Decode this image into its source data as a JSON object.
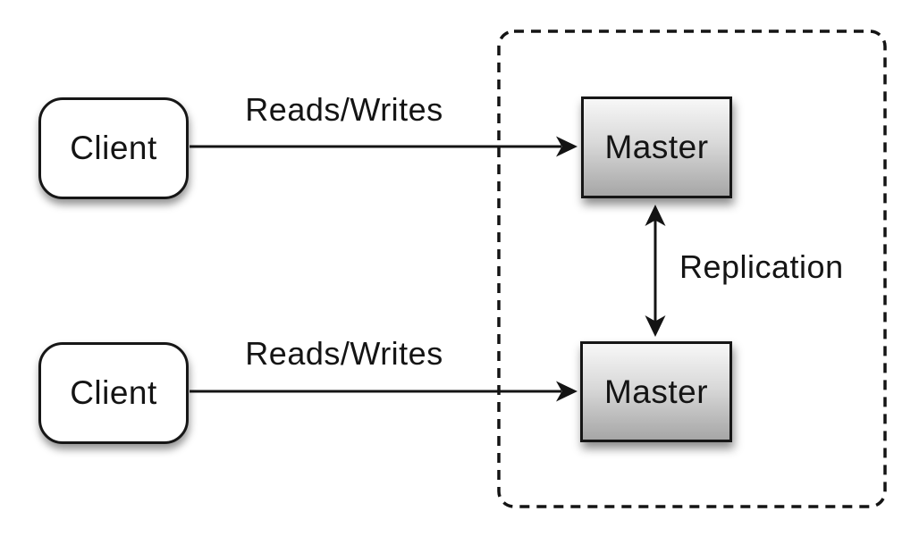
{
  "diagram": {
    "type": "architecture-diagram",
    "topic": "master-master replication",
    "nodes": {
      "client_top": {
        "label": "Client"
      },
      "client_bottom": {
        "label": "Client"
      },
      "master_top": {
        "label": "Master"
      },
      "master_bottom": {
        "label": "Master"
      }
    },
    "edges": {
      "reads_writes_top": {
        "label": "Reads/Writes",
        "from": "client_top",
        "to": "master_top",
        "direction": "right"
      },
      "reads_writes_bottom": {
        "label": "Reads/Writes",
        "from": "client_bottom",
        "to": "master_bottom",
        "direction": "right"
      },
      "replication": {
        "label": "Replication",
        "from": "master_top",
        "to": "master_bottom",
        "direction": "both"
      }
    },
    "groups": {
      "replication_zone": {
        "style": "dashed-rounded-rect",
        "contains": [
          "master_top",
          "master_bottom"
        ]
      }
    },
    "colors": {
      "background": "#ffffff",
      "line": "#141414",
      "text": "#141414",
      "client_fill": "#ffffff",
      "master_gradient_top": "#f7f7f7",
      "master_gradient_bottom": "#a6a6a6",
      "node_border": "#161616"
    }
  }
}
